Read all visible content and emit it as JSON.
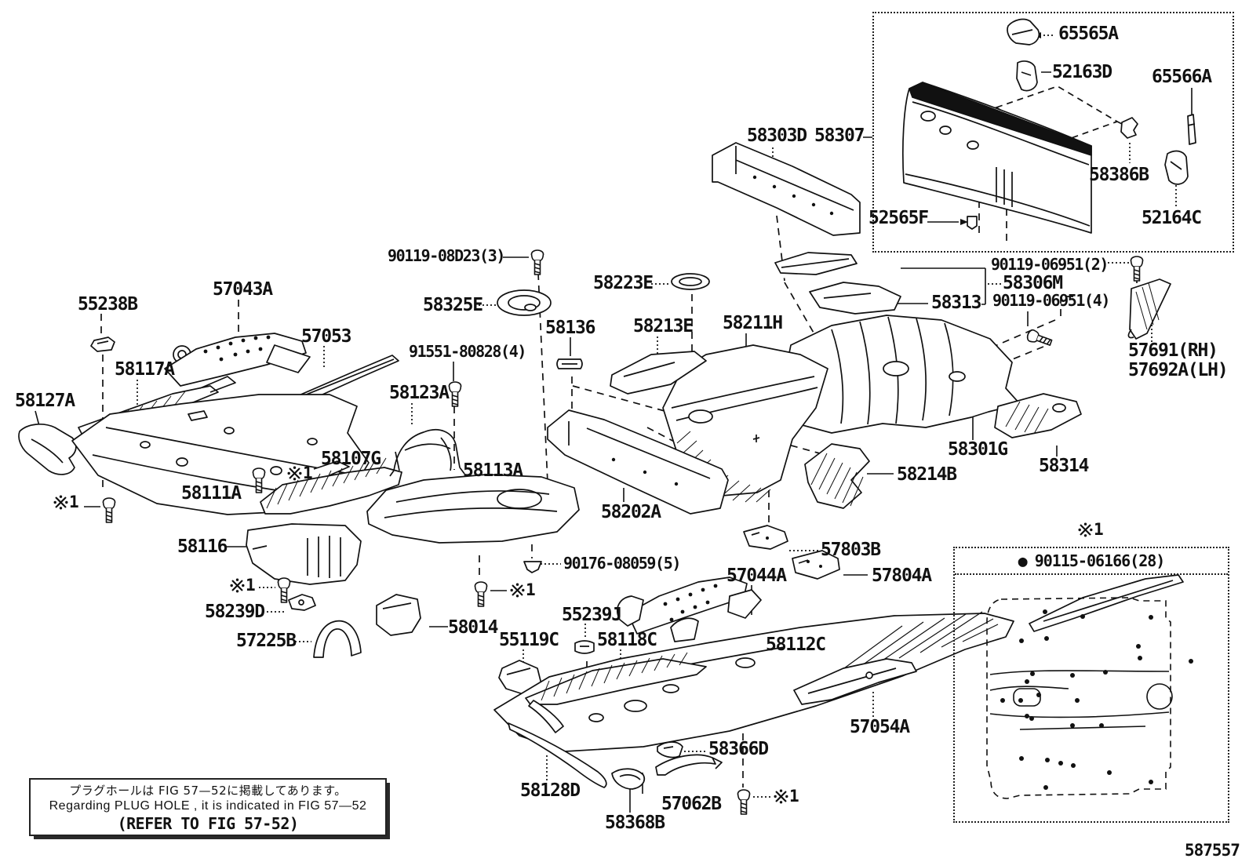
{
  "figure": {
    "page_code": "587557"
  },
  "refs": {
    "marker": "※1",
    "no": "1"
  },
  "note_box": {
    "line_jp": "プラグホールは FIG 57—52に掲載してあります。",
    "line_en": "Regarding PLUG HOLE , it is indicated in FIG 57—52",
    "line_refer": "(REFER TO FIG 57-52)"
  },
  "inset_bottom_right": {
    "bullet": "●",
    "bolt_part": "90115-06166(28)"
  },
  "parts": {
    "p65565A": "65565A",
    "p52163D": "52163D",
    "p65566A": "65566A",
    "p58386B": "58386B",
    "p52565F": "52565F",
    "p52164C": "52164C",
    "p58303D": "58303D",
    "p58307": "58307",
    "p90119_06951_2": "90119-06951(2)",
    "p58306M": "58306M",
    "p90119_06951_4": "90119-06951(4)",
    "p58313": "58313",
    "p57691": "57691(RH)",
    "p57692A": "57692A(LH)",
    "p90119_08D23": "90119-08D23(3)",
    "p58325E": "58325E",
    "p58223E": "58223E",
    "p58136": "58136",
    "p58213E": "58213E",
    "p58211H": "58211H",
    "p91551_80828": "91551-80828(4)",
    "p58123A": "58123A",
    "p55238B": "55238B",
    "p57043A": "57043A",
    "p57053": "57053",
    "p58117A": "58117A",
    "p58127A": "58127A",
    "p58107G": "58107G",
    "p58111A": "58111A",
    "p58116": "58116",
    "p58239D": "58239D",
    "p57225B": "57225B",
    "p58014": "58014",
    "p58113A": "58113A",
    "p58202A": "58202A",
    "p90176_08059": "90176-08059(5)",
    "p57044A": "57044A",
    "p55239J": "55239J",
    "p55119C": "55119C",
    "p58118C": "58118C",
    "p58112C": "58112C",
    "p57803B": "57803B",
    "p57804A": "57804A",
    "p58214B": "58214B",
    "p58301G": "58301G",
    "p58314": "58314",
    "p57054A": "57054A",
    "p58366D": "58366D",
    "p58128D": "58128D",
    "p58368B": "58368B",
    "p57062B": "57062B"
  }
}
